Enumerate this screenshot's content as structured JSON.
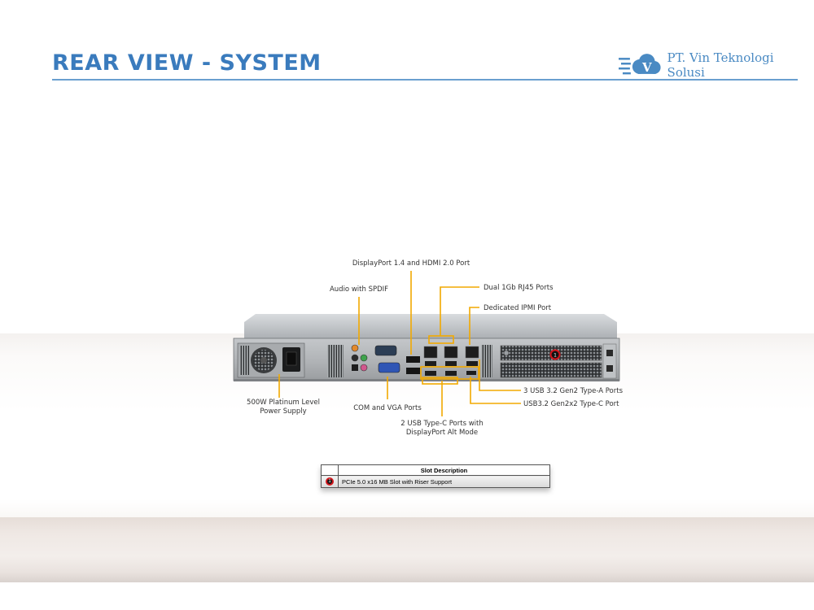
{
  "header": {
    "title": "REAR VIEW - SYSTEM",
    "company": "PT. Vin Teknologi Solusi",
    "logo_letter": "V",
    "logo_icon": "cloud-v-icon",
    "accent_color": "#3a7bbd"
  },
  "callouts": {
    "displayport": "DisplayPort 1.4 and HDMI 2.0 Port",
    "audio": "Audio with SPDIF",
    "rj45": "Dual 1Gb RJ45 Ports",
    "ipmi": "Dedicated IPMI Port",
    "usb_a": "3 USB 3.2 Gen2 Type-A Ports",
    "usb_c_gen2x2": "USB3.2 Gen2x2 Type-C Port",
    "psu_line1": "500W Platinum Level",
    "psu_line2": "Power Supply",
    "com_vga": "COM and VGA Ports",
    "usb_c_line1": "2 USB Type-C Ports with",
    "usb_c_line2": "DisplayPort Alt Mode",
    "callout_color": "#f2a900"
  },
  "slot_table": {
    "header": "Slot Description",
    "rows": [
      {
        "number": "1",
        "description": "PCIe 5.0 x16 MB Slot with Riser Support"
      }
    ],
    "badge_color": "#d0161c"
  }
}
